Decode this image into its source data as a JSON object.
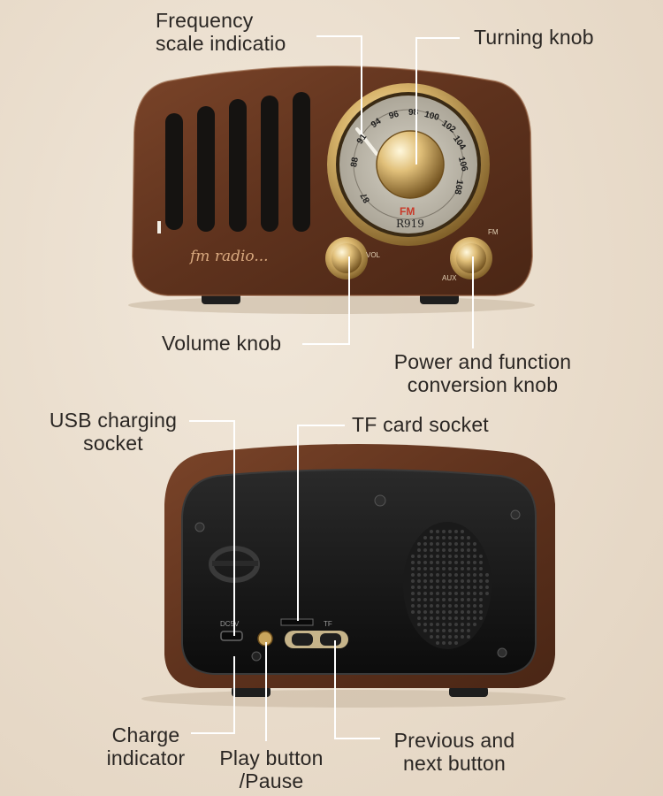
{
  "labels": {
    "frequency": "Frequency\nscale indicatio",
    "turning": "Turning knob",
    "volume": "Volume knob",
    "power": "Power and function\nconversion knob",
    "usb": "USB charging\nsocket",
    "tf": "TF card socket",
    "charge": "Charge\nindicator",
    "play": "Play button\n/Pause",
    "prevnext": "Previous and\nnext button"
  },
  "radio_front": {
    "brand": "fm radio...",
    "dial_numbers": [
      "88",
      "91",
      "94",
      "96",
      "98",
      "100",
      "102",
      "104",
      "106",
      "108",
      "87"
    ],
    "band": "FM",
    "model": "R919",
    "small_labels": [
      "VOL",
      "AUX",
      "FM"
    ]
  },
  "radio_back": {
    "port_labels": [
      "DC5V",
      "TF"
    ]
  },
  "colors": {
    "wood": "#6b3a22",
    "leader_line": "#ffffff",
    "brass": "#c9a55c",
    "panel": "#151515"
  }
}
